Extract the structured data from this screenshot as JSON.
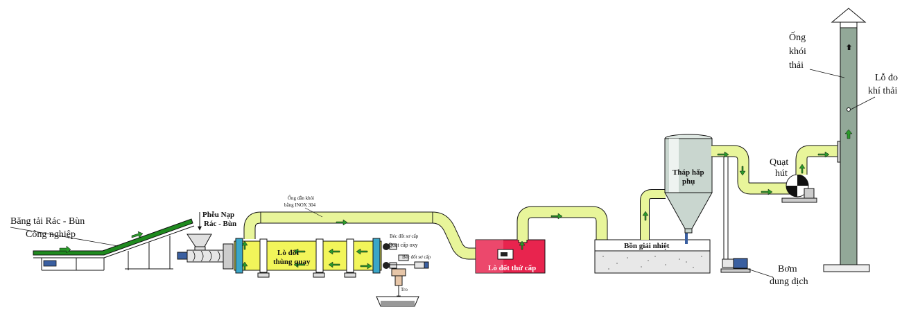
{
  "labels": {
    "conveyor": [
      "Băng tải Rác - Bùn",
      "Công nghiệp"
    ],
    "hopper": [
      "Phễu Nạp",
      "Rác - Bùn"
    ],
    "duct": [
      "Ống dẫn khói",
      "bằng INOX 304"
    ],
    "primary_burner_1": "Béc đốt sơ cấp",
    "oxy_fan": "Quạt cấp oxy",
    "primary_burner_2": "Béc đốt sơ cấp",
    "rotary_kiln": [
      "Lò đốt",
      "thùng quay"
    ],
    "ash": "Tro",
    "secondary_chamber": "Lò đốt thứ cấp",
    "cooling_tank": "Bồn giải nhiệt",
    "absorption_tower": [
      "Tháp hấp",
      "phụ"
    ],
    "exhaust_fan": [
      "Quạt",
      "hút"
    ],
    "pump": [
      "Bơm",
      "dung dịch"
    ],
    "chimney": [
      "Ống",
      "khói",
      "thải"
    ],
    "measure_hole": [
      "Lỗ đo",
      "khí thải"
    ]
  },
  "colors": {
    "pipe": "#e8f59a",
    "kiln": "#f2f55a",
    "kiln_end": "#3aa6c8",
    "conveyor_belt": "#1f8a1f",
    "secondary": "#e8244e",
    "tower": "#c9d6cf",
    "chimney": "#92a898",
    "arrow": "#2a9a2a",
    "sediment": "#e8e8e8"
  }
}
